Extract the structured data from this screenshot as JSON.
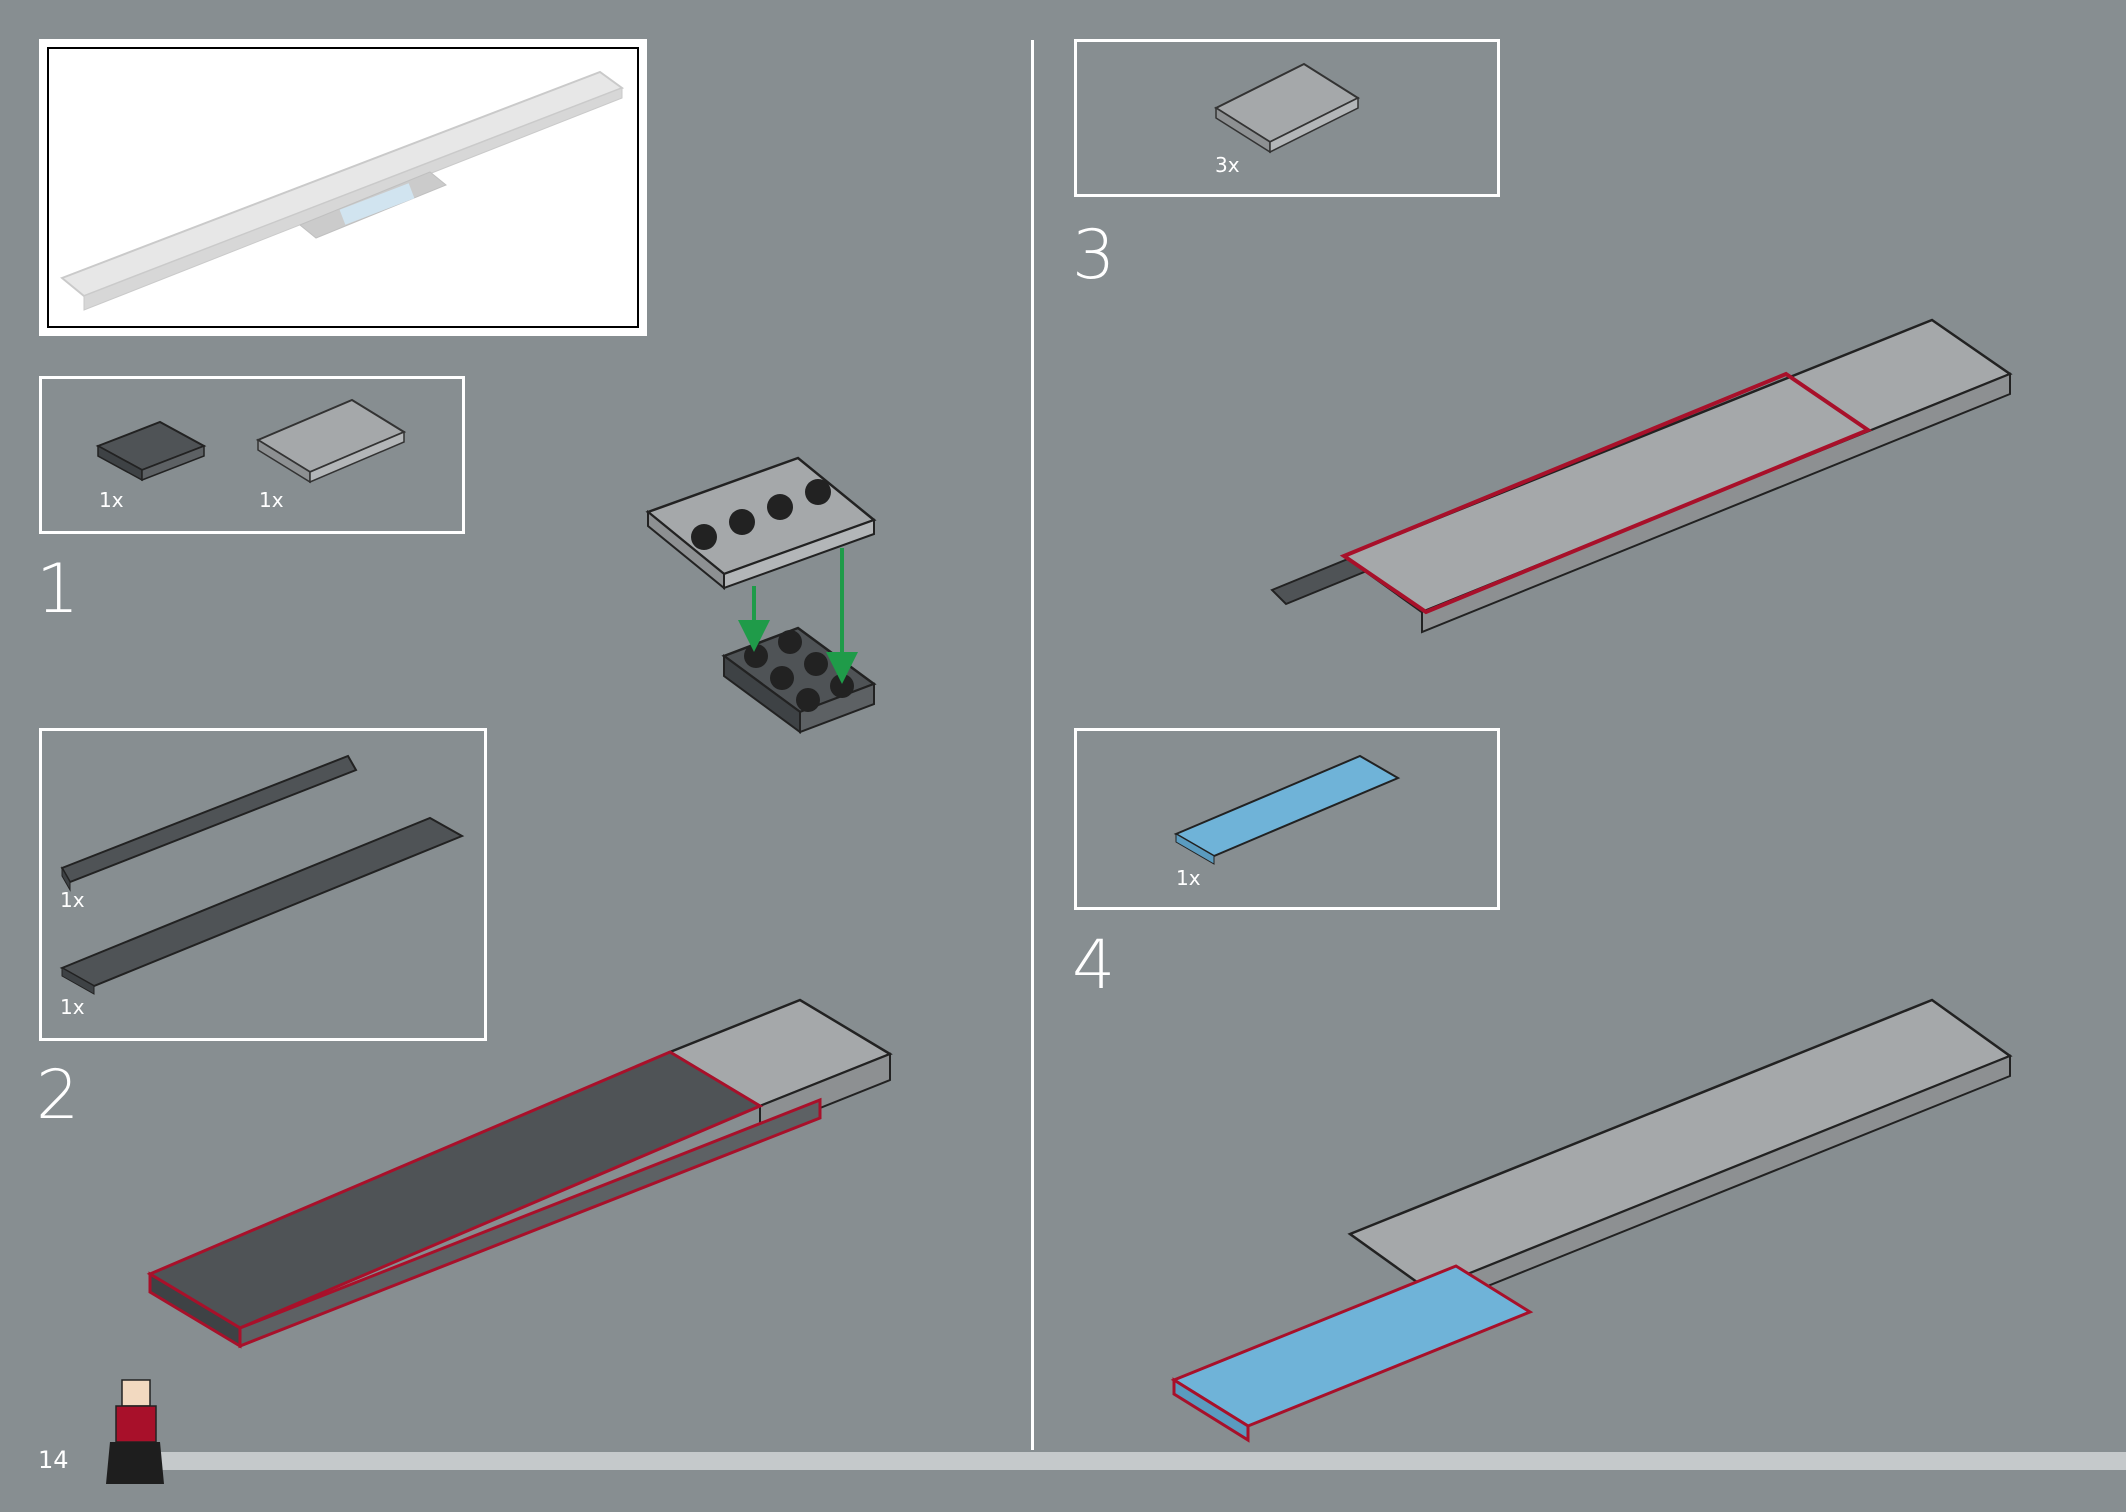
{
  "page_number": "14",
  "colors": {
    "background": "#878e91",
    "dark_brick": "#4f5356",
    "light_brick": "#a5a8aa",
    "blue_brick": "#6fb3d8",
    "highlight": "#a8102a",
    "arrow": "#1f9b49"
  },
  "steps": [
    {
      "number": "1",
      "parts": [
        {
          "qty": "1x",
          "part": "2x3 dark plate"
        },
        {
          "qty": "1x",
          "part": "2x4 light tile"
        }
      ]
    },
    {
      "number": "2",
      "parts": [
        {
          "qty": "1x",
          "part": "1x10 dark plate"
        },
        {
          "qty": "1x",
          "part": "2x12 dark plate"
        }
      ]
    },
    {
      "number": "3",
      "parts": [
        {
          "qty": "3x",
          "part": "2x4 light tile"
        }
      ]
    },
    {
      "number": "4",
      "parts": [
        {
          "qty": "1x",
          "part": "2x6 blue plate"
        }
      ]
    }
  ]
}
